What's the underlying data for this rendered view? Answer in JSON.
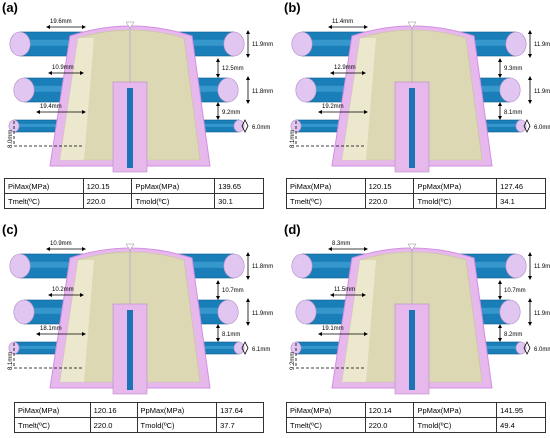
{
  "panels": [
    {
      "label": "(a)",
      "dims": {
        "left_top": "19.6mm",
        "right_top": "11.9mm",
        "left_mid": "10.9mm",
        "right_gap1": "12.5mm",
        "right_mid": "11.8mm",
        "right_gap2": "9.2mm",
        "left_bot": "19.4mm",
        "left_vert": "8.0mm",
        "right_bot": "6.0mm"
      },
      "table": {
        "pimax_label": "PiMax(MPa)",
        "pimax": "120.15",
        "ppmax_label": "PpMax(MPa)",
        "ppmax": "139.65",
        "tmelt_label": "Tmelt(ºC)",
        "tmelt": "220.0",
        "tmold_label": "Tmold(ºC)",
        "tmold": "30.1"
      }
    },
    {
      "label": "(b)",
      "dims": {
        "left_top": "11.4mm",
        "right_top": "11.9mm",
        "left_mid": "12.9mm",
        "right_gap1": "9.3mm",
        "right_mid": "11.9mm",
        "right_gap2": "8.1mm",
        "left_bot": "19.2mm",
        "left_vert": "8.1mm",
        "right_bot": "6.0mm"
      },
      "table": {
        "pimax_label": "PiMax(MPa)",
        "pimax": "120.15",
        "ppmax_label": "PpMax(MPa)",
        "ppmax": "127.46",
        "tmelt_label": "Tmelt(ºC)",
        "tmelt": "220.0",
        "tmold_label": "Tmold(ºC)",
        "tmold": "34.1"
      }
    },
    {
      "label": "(c)",
      "dims": {
        "left_top": "10.9mm",
        "right_top": "11.8mm",
        "left_mid": "10.2mm",
        "right_gap1": "10.7mm",
        "right_mid": "11.9mm",
        "right_gap2": "8.1mm",
        "left_bot": "18.1mm",
        "left_vert": "8.1mm",
        "right_bot": "6.1mm"
      },
      "table": {
        "pimax_label": "PiMax(MPa)",
        "pimax": "120.16",
        "ppmax_label": "PpMax(MPa)",
        "ppmax": "137.64",
        "tmelt_label": "Tmelt(ºC)",
        "tmelt": "220.0",
        "tmold_label": "Tmold(ºC)",
        "tmold": "37.7"
      }
    },
    {
      "label": "(d)",
      "dims": {
        "left_top": "8.3mm",
        "right_top": "11.9mm",
        "left_mid": "11.5mm",
        "right_gap1": "10.7mm",
        "right_mid": "11.9mm",
        "right_gap2": "8.2mm",
        "left_bot": "19.1mm",
        "left_vert": "9.2mm",
        "right_bot": "6.0mm"
      },
      "table": {
        "pimax_label": "PiMax(MPa)",
        "pimax": "120.14",
        "ppmax_label": "PpMax(MPa)",
        "ppmax": "141.95",
        "tmelt_label": "Tmelt(ºC)",
        "tmelt": "220.0",
        "tmold_label": "Tmold(ºC)",
        "tmold": "49.4"
      }
    }
  ],
  "colors": {
    "channel": "#1a7fb8",
    "channel_dark": "#0b5a8c",
    "channel_end": "#e2c6f2",
    "cup_fill": "#dcd8b4",
    "cup_outline": "#d38fe3",
    "core": "#e6b8ec",
    "core_channel": "#1a73b5"
  }
}
